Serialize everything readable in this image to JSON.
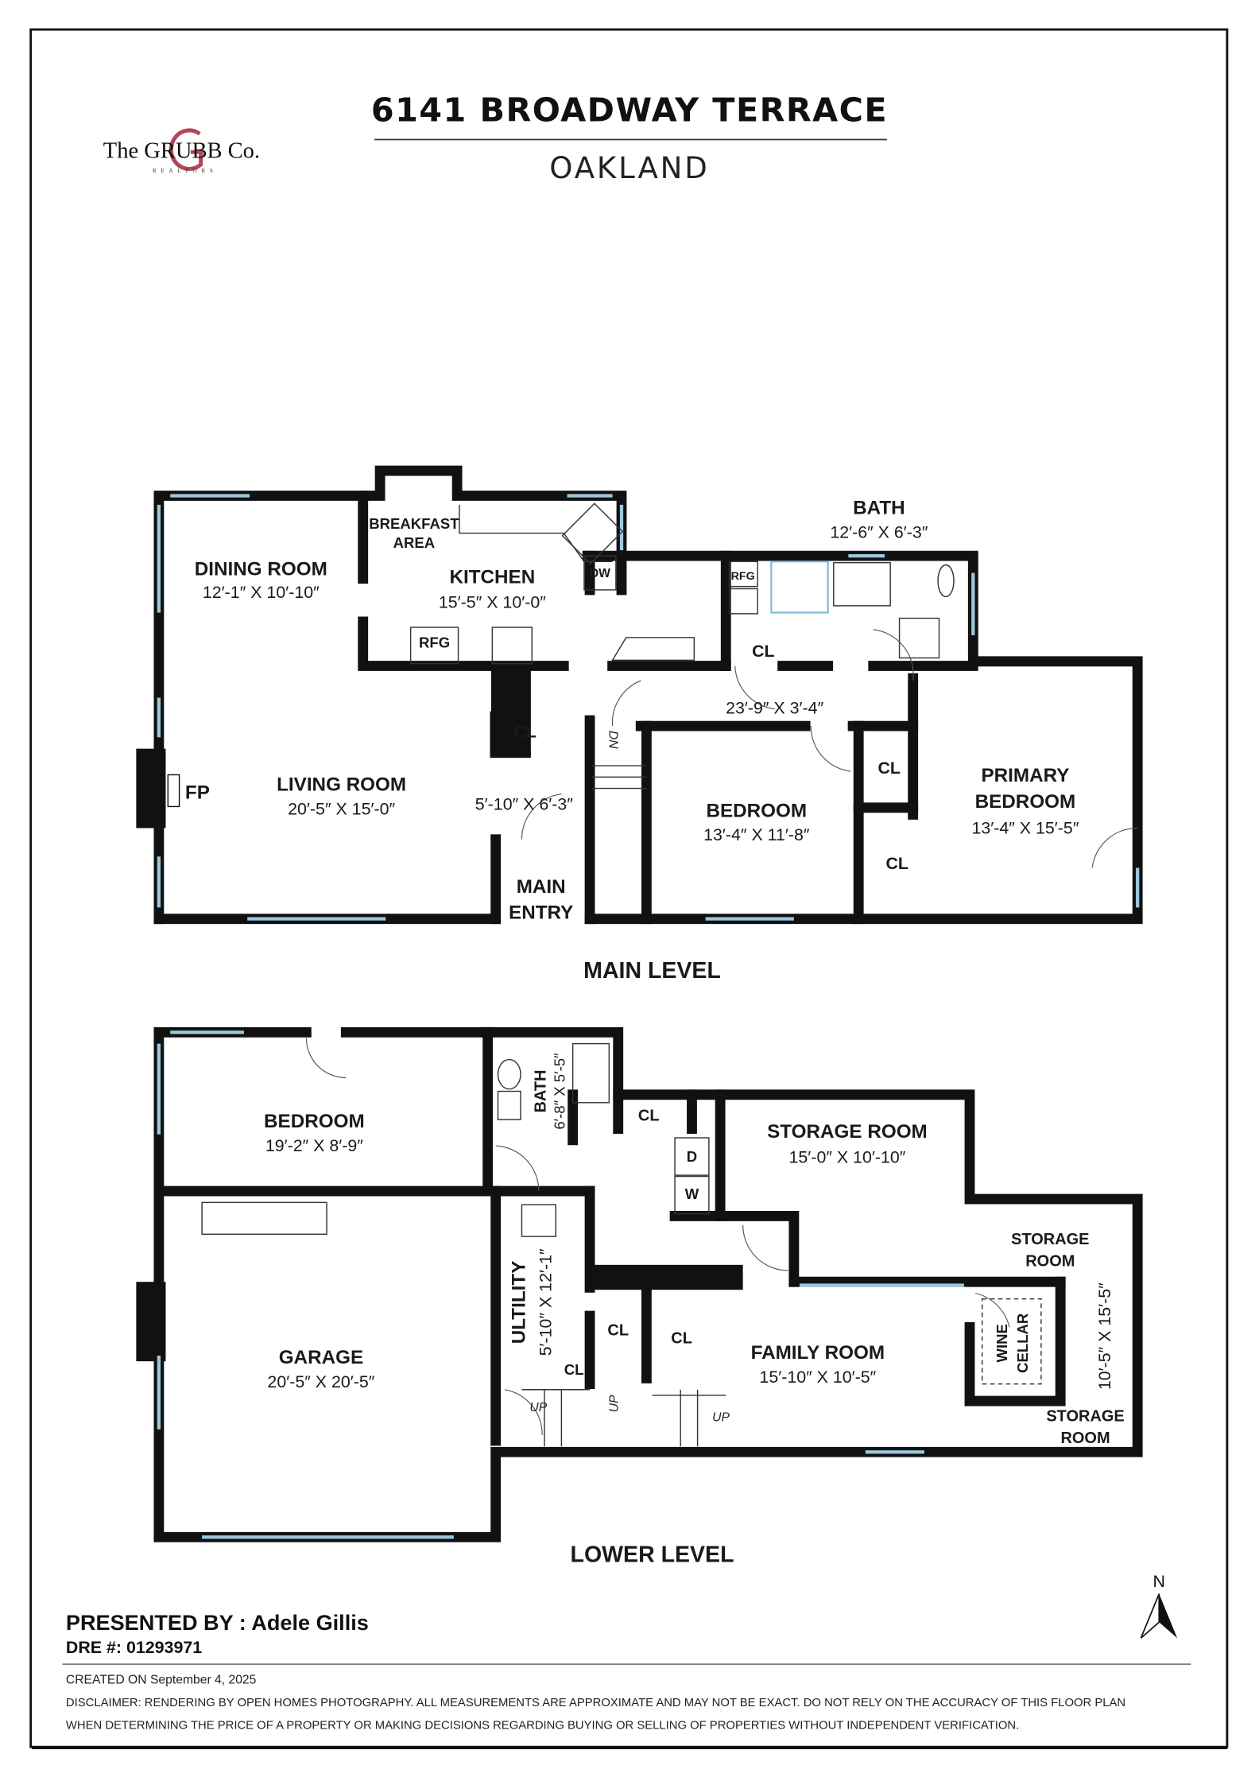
{
  "header": {
    "title": "6141 BROADWAY TERRACE",
    "city": "OAKLAND",
    "logo": {
      "text": "The GRUBB Co.",
      "subtext": "REALTORS",
      "accent_color": "#a3273a"
    }
  },
  "main_level": {
    "label": "MAIN LEVEL",
    "rooms": [
      {
        "name": "DINING ROOM",
        "dims": "12′-1″ X 10′-10″"
      },
      {
        "name": "KITCHEN",
        "dims": "15′-5″ X 10′-0″"
      },
      {
        "name": "BREAKFAST",
        "name2": "AREA"
      },
      {
        "name": "BATH",
        "dims": "12′-6″ X 6′-3″"
      },
      {
        "name": "LIVING ROOM",
        "dims": "20′-5″ X 15′-0″"
      },
      {
        "name": "MAIN",
        "name2": "ENTRY",
        "dims": "5′-10″ X 6′-3″"
      },
      {
        "name": "BEDROOM",
        "dims": "13′-4″ X 11′-8″"
      },
      {
        "name": "PRIMARY",
        "name2": "BEDROOM",
        "dims": "13′-4″ X 15′-5″"
      },
      {
        "dims": "23′-9″ X 3′-4″"
      }
    ],
    "labels": {
      "fp": "FP",
      "rfg": "RFG",
      "dw": "DW",
      "cl": "CL",
      "dn": "DN"
    }
  },
  "lower_level": {
    "label": "LOWER LEVEL",
    "rooms": [
      {
        "name": "BEDROOM",
        "dims": "19′-2″ X 8′-9″"
      },
      {
        "name": "BATH",
        "dims": "6′-8″ X 5′-5″"
      },
      {
        "name": "STORAGE ROOM",
        "dims": "15′-0″ X 10′-10″"
      },
      {
        "name": "STORAGE",
        "name2": "ROOM",
        "dims": "10′-5″ X 15′-5″"
      },
      {
        "name": "GARAGE",
        "dims": "20′-5″ X 20′-5″"
      },
      {
        "name": "ULTILITY",
        "dims": "5′-10″ X 12′-1″"
      },
      {
        "name": "FAMILY ROOM",
        "dims": "15′-10″ X 10′-5″"
      },
      {
        "name": "WINE",
        "name2": "CELLAR"
      },
      {
        "name": "STORAGE",
        "name2": "ROOM"
      }
    ],
    "labels": {
      "cl": "CL",
      "d": "D",
      "w": "W",
      "up": "UP"
    }
  },
  "compass": {
    "label": "N"
  },
  "footer": {
    "presented_by": "PRESENTED BY : Adele Gillis",
    "dre": "DRE #: 01293971",
    "created": "CREATED ON September 4, 2025",
    "disclaimer_1": "DISCLAIMER: RENDERING BY OPEN HOMES PHOTOGRAPHY. ALL MEASUREMENTS ARE APPROXIMATE AND MAY NOT BE EXACT. DO NOT RELY ON THE ACCURACY OF THIS FLOOR PLAN",
    "disclaimer_2": "WHEN DETERMINING THE PRICE OF A PROPERTY OR MAKING DECISIONS REGARDING BUYING OR SELLING OF PROPERTIES WITHOUT INDEPENDENT VERIFICATION."
  },
  "colors": {
    "wall": "#111111",
    "window": "#9cc8de"
  }
}
